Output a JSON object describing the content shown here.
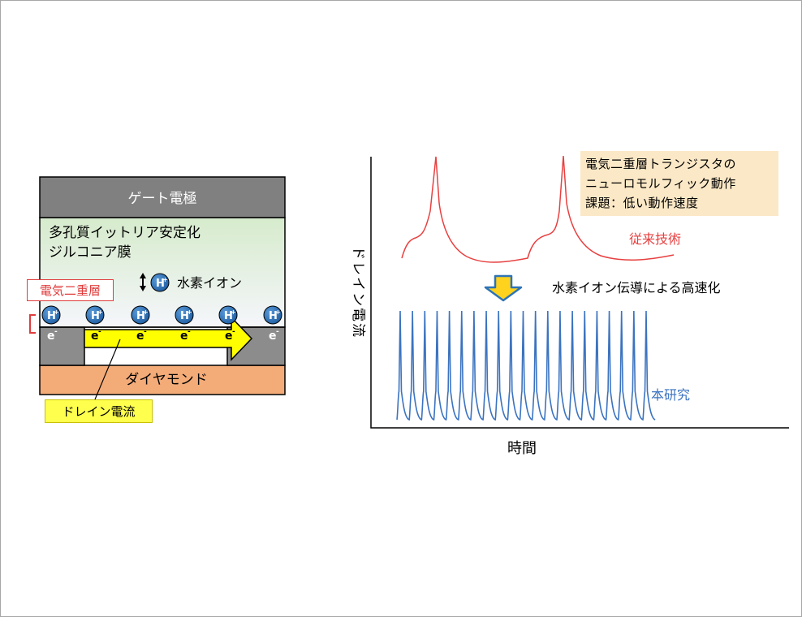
{
  "device": {
    "gate_label": "ゲート電極",
    "membrane_line1": "多孔質イットリア安定化",
    "membrane_line2": "ジルコニア膜",
    "hydrogen_ion_label": "水素イオン",
    "edl_label": "電気二重層",
    "diamond_label": "ダイヤモンド",
    "drain_current_label": "ドレイン電流",
    "proton_symbol": "H",
    "proton_charge": "+",
    "electron_symbol": "e",
    "electron_charge": "-"
  },
  "graph": {
    "ylabel": "ドレイン電流",
    "xlabel": "時間",
    "note_line1": "電気二重層トランジスタの",
    "note_line2": "ニューロモルフィック動作",
    "note_line3": "課題：低い動作速度",
    "conventional_label": "従来技術",
    "speedup_label": "水素イオン伝導による高速化",
    "this_work_label": "本研究"
  },
  "colors": {
    "gate": "#7f7f7f",
    "membrane_top": "#d9ecd0",
    "membrane_bottom": "#f4f6fa",
    "diamond": "#f3ab78",
    "electrode": "#8c8c8c",
    "arrow": "#ffff00",
    "proton": "#2e74b5",
    "conventional": "#e84040",
    "this_work": "#3b73c0",
    "note_bg": "#fbe8c6",
    "down_arrow_fill": "#ffd21e",
    "down_arrow_stroke": "#2e74b5"
  }
}
